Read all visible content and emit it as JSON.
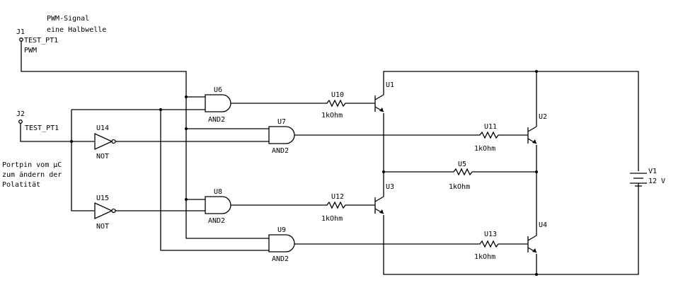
{
  "annotations": {
    "pwm_signal_line1": "PWM-Signal",
    "pwm_signal_line2": "eine Halbwelle",
    "portpin_line1": "Portpin vom µC",
    "portpin_line2": "zum ändern der",
    "portpin_line3": "Polatität"
  },
  "connectors": {
    "j1": {
      "ref": "J1",
      "type": "TEST_PT1",
      "net": "PWM"
    },
    "j2": {
      "ref": "J2",
      "type": "TEST_PT1"
    }
  },
  "gates": {
    "u14": {
      "ref": "U14",
      "type": "NOT"
    },
    "u15": {
      "ref": "U15",
      "type": "NOT"
    },
    "u6": {
      "ref": "U6",
      "type": "AND2"
    },
    "u7": {
      "ref": "U7",
      "type": "AND2"
    },
    "u8": {
      "ref": "U8",
      "type": "AND2"
    },
    "u9": {
      "ref": "U9",
      "type": "AND2"
    }
  },
  "resistors": {
    "u10": {
      "ref": "U10",
      "value": "1kOhm"
    },
    "u11": {
      "ref": "U11",
      "value": "1kOhm"
    },
    "u12": {
      "ref": "U12",
      "value": "1kOhm"
    },
    "u13": {
      "ref": "U13",
      "value": "1kOhm"
    },
    "u5": {
      "ref": "U5",
      "value": "1kOhm"
    }
  },
  "transistors": {
    "u1": {
      "ref": "U1"
    },
    "u2": {
      "ref": "U2"
    },
    "u3": {
      "ref": "U3"
    },
    "u4": {
      "ref": "U4"
    }
  },
  "source": {
    "v1": {
      "ref": "V1",
      "value": "12 V"
    }
  }
}
